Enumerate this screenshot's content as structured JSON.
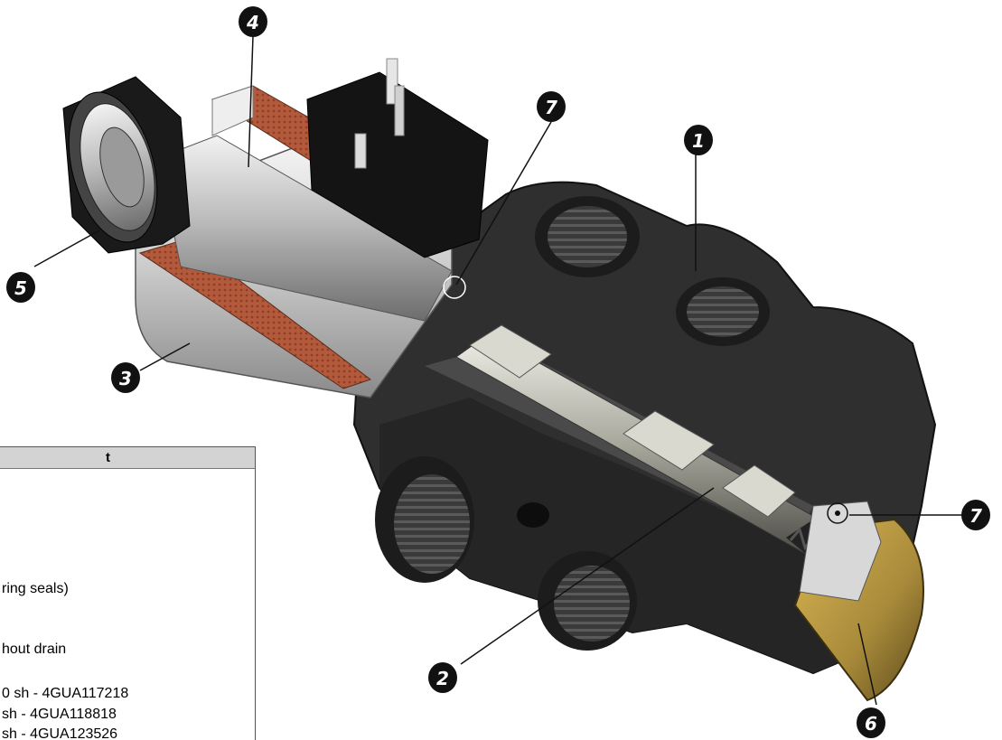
{
  "callouts": [
    "1",
    "2",
    "3",
    "4",
    "5",
    "6",
    "7",
    "7"
  ],
  "parts_table": {
    "header": "t",
    "rows": [
      "ring seals)",
      "hout drain",
      "0 sh - 4GUA117218",
      "sh - 4GUA118818",
      "sh - 4GUA123526"
    ]
  },
  "colors": {
    "body": "#2e2e2e",
    "coil_copper": "#b35a3c",
    "steel": "#b8b8b8",
    "brass_cap": "#a88a3a",
    "table_header": "#d3d3d3"
  }
}
